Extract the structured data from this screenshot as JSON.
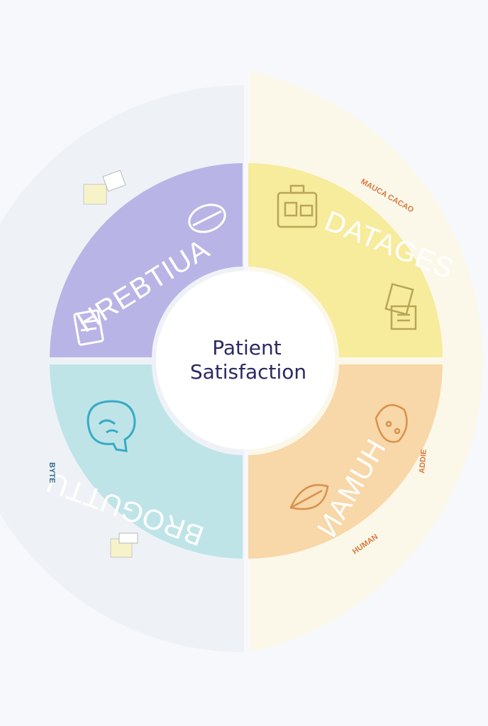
{
  "center": {
    "line1": "Patient",
    "line2": "Satisfaction"
  },
  "segments": [
    {
      "id": "top-left",
      "label": "HREBTIUA",
      "fill": "#b9b4e6",
      "text_color": "#ffffff",
      "icons": [
        "pill-icon",
        "clipboard-icon"
      ]
    },
    {
      "id": "top-right",
      "label": "DATAGES",
      "fill": "#f7eb9c",
      "text_color": "#ffffff",
      "icons": [
        "medical-kit-icon",
        "documents-icon"
      ]
    },
    {
      "id": "bottom-right",
      "label": "HUMAN",
      "fill": "#f8d7a8",
      "text_color": "#ffffff",
      "icons": [
        "food-icon",
        "leaf-icon"
      ]
    },
    {
      "id": "bottom-left",
      "label": "BROGUTTU",
      "fill": "#bfe4e8",
      "text_color": "#ffffff",
      "icons": [
        "head-profile-icon"
      ]
    }
  ],
  "outer_notes": [
    {
      "id": "note-top-right",
      "text": "MAUCA CACAO",
      "color": "#d97a3c"
    },
    {
      "id": "note-right",
      "text": "ADDIE",
      "color": "#d97a3c"
    },
    {
      "id": "note-bottom-right",
      "text": "HUMAN",
      "color": "#d97a3c"
    },
    {
      "id": "note-left",
      "text": "BYTE",
      "color": "#2f6b8a"
    }
  ],
  "colors": {
    "outer_left": "#eef2f7",
    "outer_right": "#fbf8ea",
    "inner": "#ffffff",
    "title": "#2b2a63",
    "gap": "#f7f8fb"
  }
}
